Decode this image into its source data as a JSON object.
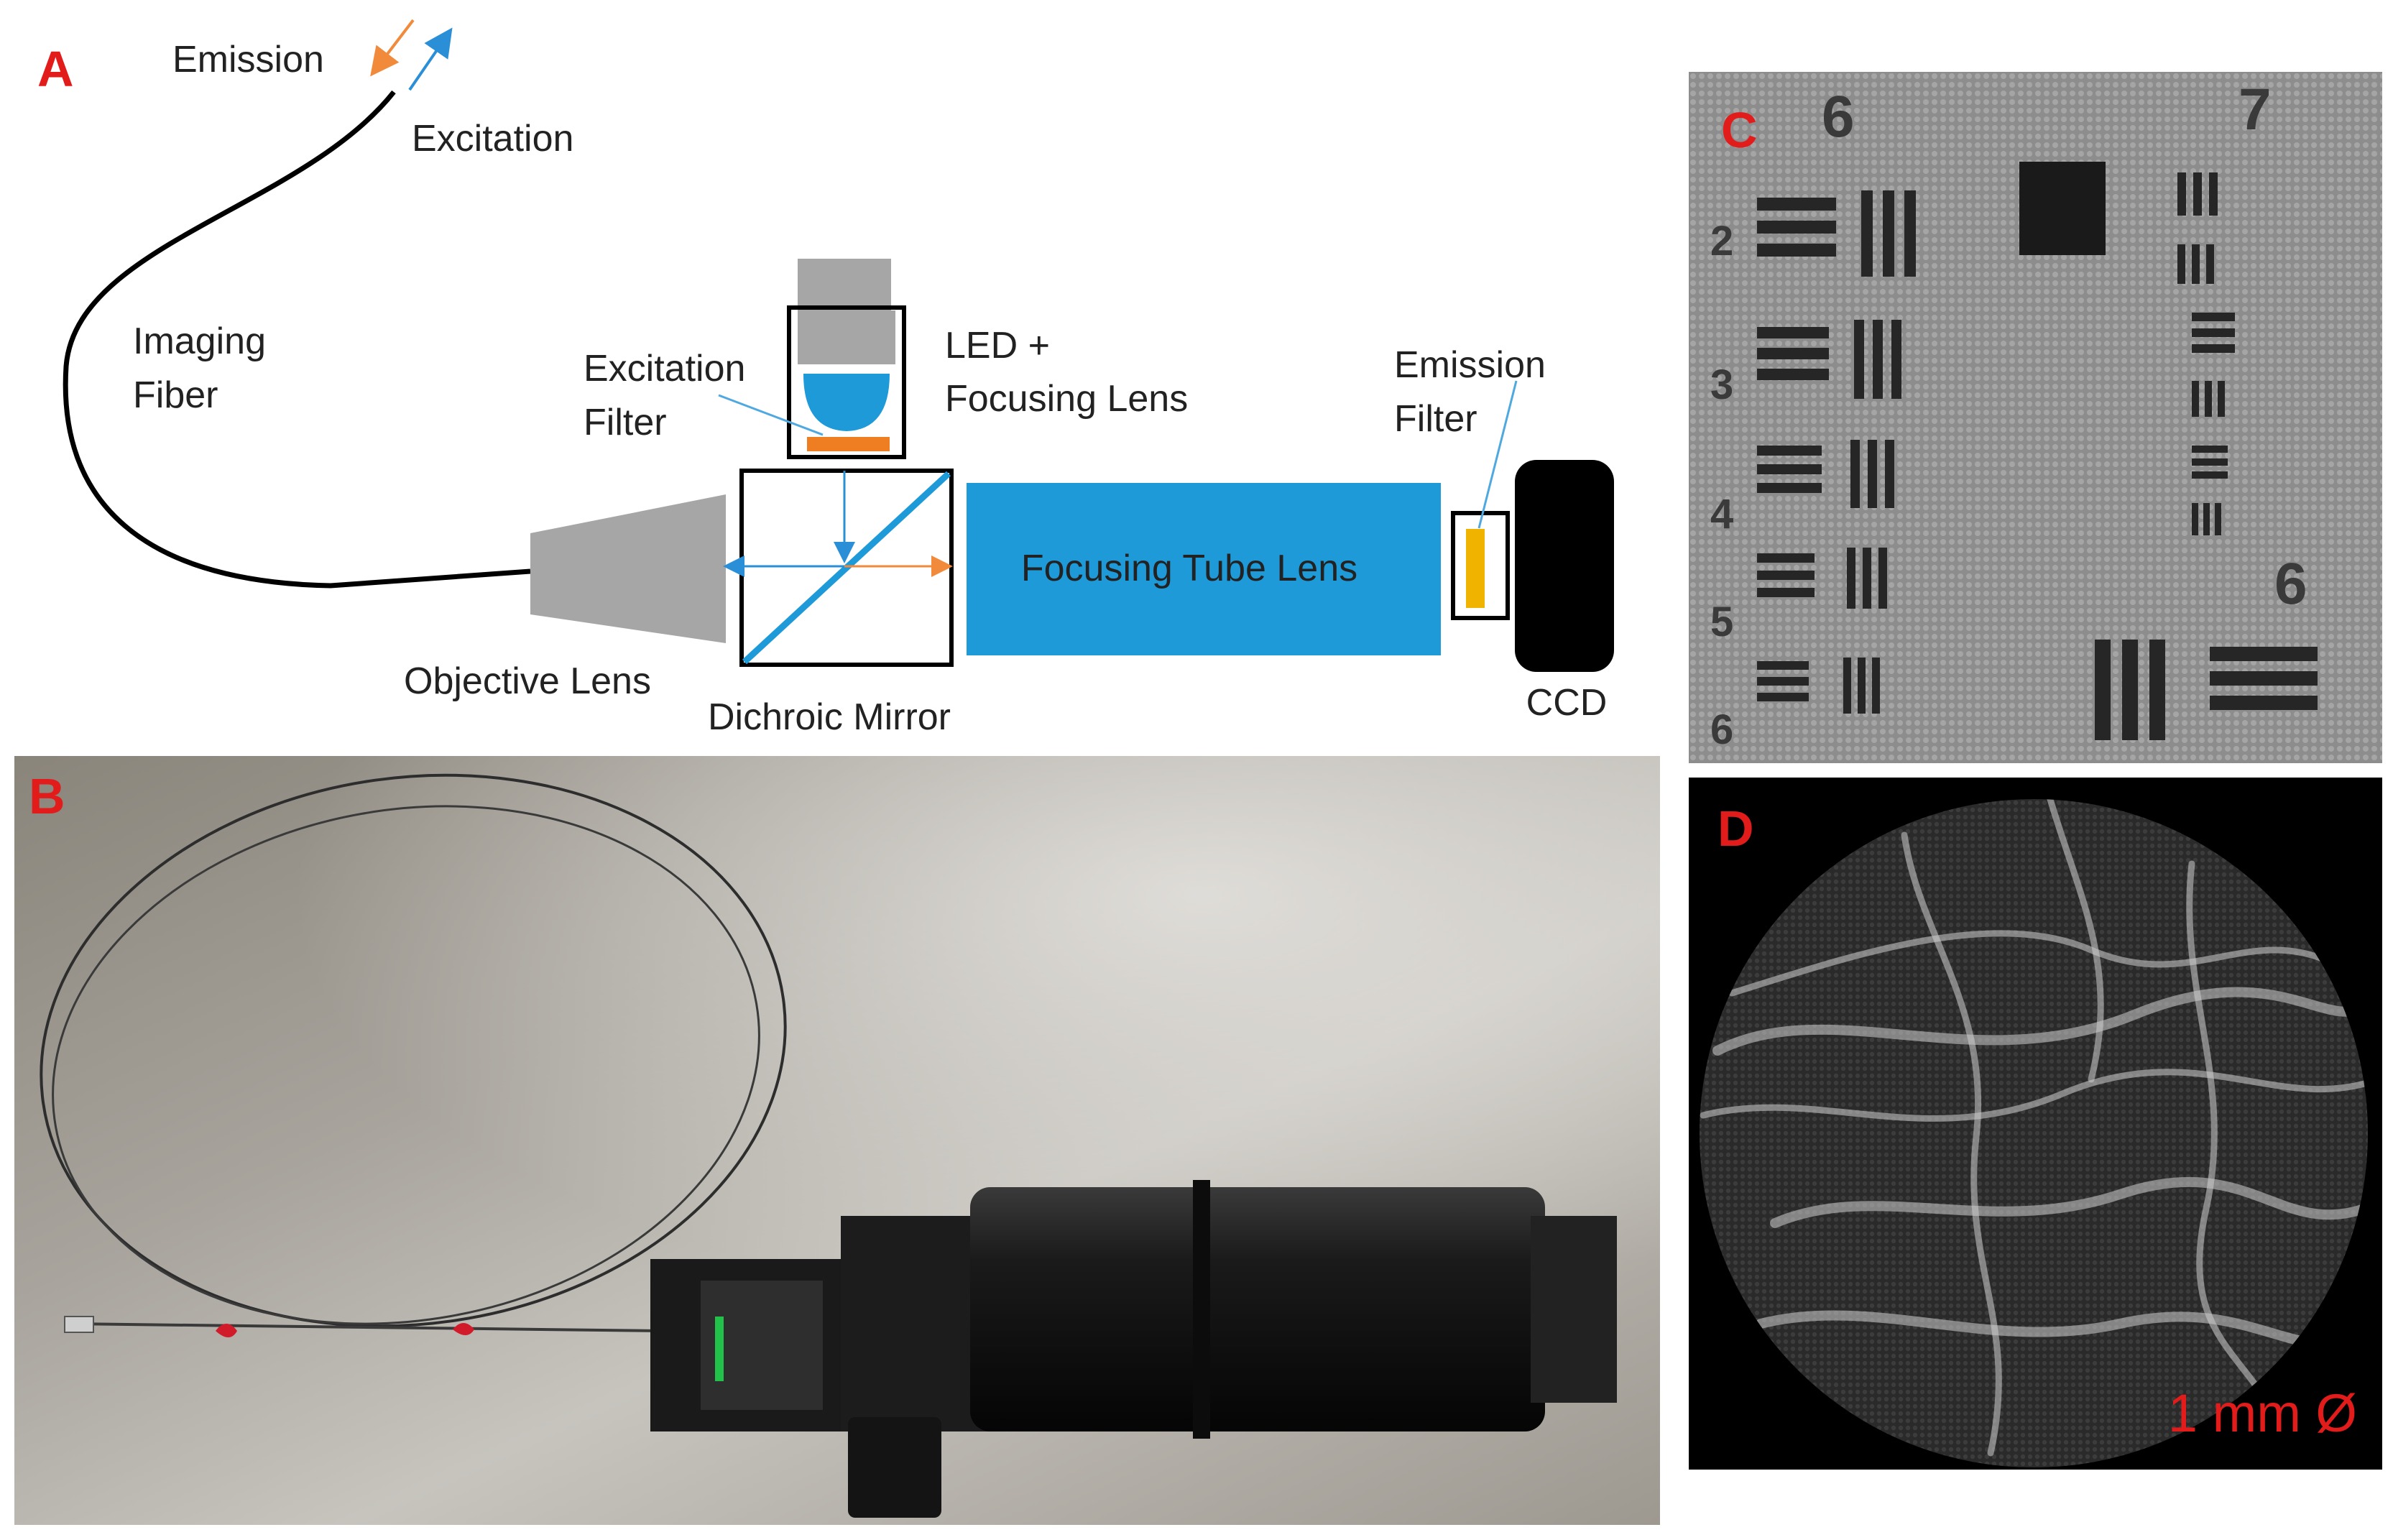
{
  "panel_a": {
    "letter": "A",
    "labels": {
      "emission": "Emission",
      "excitation": "Excitation",
      "imaging_fiber_1": "Imaging",
      "imaging_fiber_2": "Fiber",
      "excitation_filter_1": "Excitation",
      "excitation_filter_2": "Filter",
      "led_1": "LED +",
      "led_2": "Focusing Lens",
      "emission_filter_1": "Emission",
      "emission_filter_2": "Filter",
      "tube_lens": "Focusing Tube Lens",
      "objective": "Objective Lens",
      "dichroic": "Dichroic Mirror",
      "ccd": "CCD"
    },
    "colors": {
      "excitation_blue": "#2a8fd6",
      "emission_orange": "#f28a3c",
      "lens_blue": "#1f9ad9",
      "filter_orange": "#ef7d22",
      "emission_filter_yellow": "#f0b400",
      "objective_gray": "#a6a6a6"
    }
  },
  "panel_b": {
    "letter": "B"
  },
  "panel_c": {
    "letter": "C",
    "group_numbers": [
      "6",
      "7",
      "6"
    ],
    "element_numbers": [
      "2",
      "3",
      "4",
      "5",
      "6"
    ]
  },
  "panel_d": {
    "letter": "D",
    "scale_label": "1 mm Ø"
  }
}
